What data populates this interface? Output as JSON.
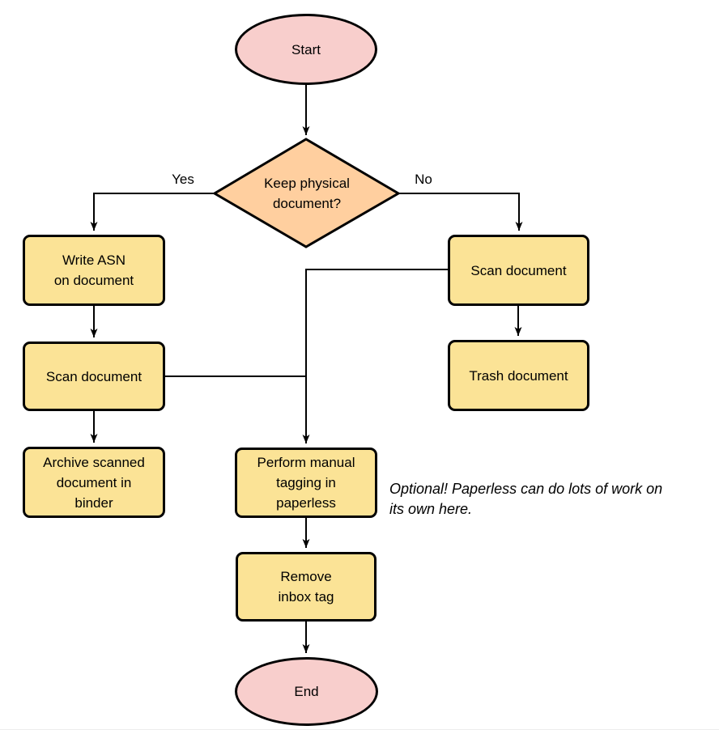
{
  "diagram": {
    "nodes": {
      "start": "Start",
      "decision": "Keep physical\ndocument?",
      "write_asn": "Write ASN\non document",
      "scan_left": "Scan document",
      "archive": "Archive scanned\ndocument in\nbinder",
      "scan_right": "Scan document",
      "trash": "Trash document",
      "tagging": "Perform manual\ntagging in\npaperless",
      "remove_inbox": "Remove\ninbox tag",
      "end": "End"
    },
    "edge_labels": {
      "yes": "Yes",
      "no": "No"
    },
    "annotation": "Optional! Paperless can do lots of work on\nits own here.",
    "colors": {
      "terminal_fill": "#f8cecc",
      "decision_fill": "#ffcf9f",
      "process_fill": "#fbe396",
      "stroke": "#000000"
    }
  }
}
